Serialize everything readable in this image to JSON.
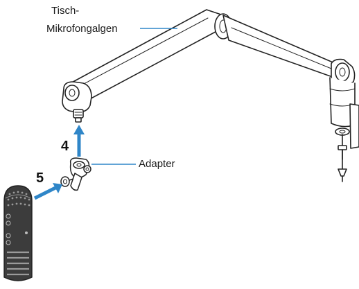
{
  "labels": {
    "arm_line1": "Tisch-",
    "arm_line2": "Mikrofongalgen",
    "adapter": "Adapter"
  },
  "steps": {
    "step_4": "4",
    "step_5": "5"
  },
  "colors": {
    "arrow": "#2f86c8",
    "leader_line": "#2f86c8",
    "outline": "#222222",
    "fill": "#ffffff",
    "mic_body": "#3c3c3c"
  },
  "icons": {
    "boom_arm": "boom-arm-illustration",
    "adapter": "adapter-illustration",
    "microphone": "microphone-illustration"
  }
}
